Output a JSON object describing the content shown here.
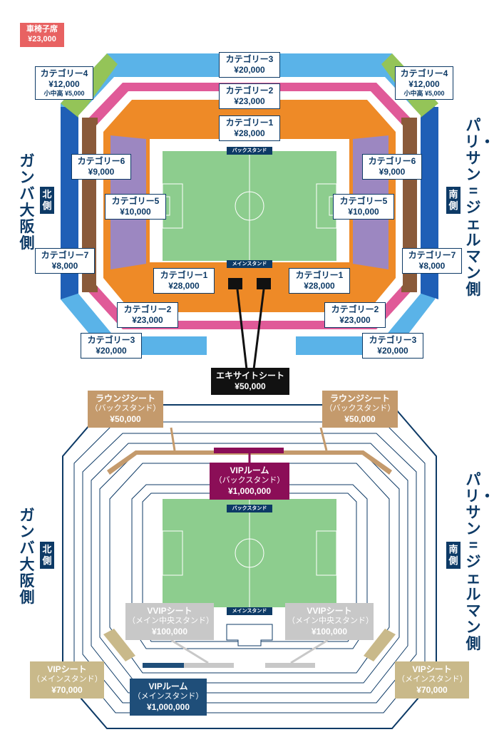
{
  "colors": {
    "navy": "#0d3a66",
    "pitch": "#8dcd8e",
    "cat1": "#ee8a27",
    "cat2": "#e05a98",
    "cat3": "#5ab3e8",
    "cat4": "#94c458",
    "cat5": "#9c87c1",
    "cat6": "#94c458",
    "cat7": "#1f5fb6",
    "wheelchair": "#e86262",
    "lounge": "#c49a6c",
    "vip_room_back": "#8b0e57",
    "vvip": "#c8c8c8",
    "vip_main": "#c9b98a",
    "vip_room_main": "#1f4e79"
  },
  "wheelchair": {
    "name": "車椅子席",
    "price": "¥23,000"
  },
  "sides": {
    "north_team": "ガンバ大阪側",
    "north_label": "北側",
    "south_team": "パリ・サン=ジェルマン側",
    "south_label": "南側"
  },
  "stand_tags": {
    "back": "バックスタンド",
    "main": "メインスタンド"
  },
  "top_map": {
    "cat3_top": {
      "name": "カテゴリー3",
      "price": "¥20,000"
    },
    "cat2_top": {
      "name": "カテゴリー2",
      "price": "¥23,000"
    },
    "cat1_top": {
      "name": "カテゴリー1",
      "price": "¥28,000"
    },
    "cat4_left": {
      "name": "カテゴリー4",
      "price": "¥12,000",
      "child": "小中高 ¥5,000"
    },
    "cat4_right": {
      "name": "カテゴリー4",
      "price": "¥12,000",
      "child": "小中高 ¥5,000"
    },
    "cat6_left": {
      "name": "カテゴリー6",
      "price": "¥9,000"
    },
    "cat6_right": {
      "name": "カテゴリー6",
      "price": "¥9,000"
    },
    "cat5_left": {
      "name": "カテゴリー5",
      "price": "¥10,000"
    },
    "cat5_right": {
      "name": "カテゴリー5",
      "price": "¥10,000"
    },
    "cat7_left": {
      "name": "カテゴリー7",
      "price": "¥8,000"
    },
    "cat7_right": {
      "name": "カテゴリー7",
      "price": "¥8,000"
    },
    "cat1_bl": {
      "name": "カテゴリー1",
      "price": "¥28,000"
    },
    "cat1_br": {
      "name": "カテゴリー1",
      "price": "¥28,000"
    },
    "cat2_bl": {
      "name": "カテゴリー2",
      "price": "¥23,000"
    },
    "cat2_br": {
      "name": "カテゴリー2",
      "price": "¥23,000"
    },
    "cat3_bl": {
      "name": "カテゴリー3",
      "price": "¥20,000"
    },
    "cat3_br": {
      "name": "カテゴリー3",
      "price": "¥20,000"
    },
    "excite": {
      "name": "エキサイトシート",
      "price": "¥50,000"
    }
  },
  "bottom_map": {
    "lounge_left": {
      "name": "ラウンジシート",
      "sub": "（バックスタンド）",
      "price": "¥50,000"
    },
    "lounge_right": {
      "name": "ラウンジシート",
      "sub": "（バックスタンド）",
      "price": "¥50,000"
    },
    "vip_room_back": {
      "name": "VIPルーム",
      "sub": "（バックスタンド）",
      "price": "¥1,000,000"
    },
    "vvip_left": {
      "name": "VVIPシート",
      "sub": "（メイン中央スタンド）",
      "price": "¥100,000"
    },
    "vvip_right": {
      "name": "VVIPシート",
      "sub": "（メイン中央スタンド）",
      "price": "¥100,000"
    },
    "vip_left": {
      "name": "VIPシート",
      "sub": "（メインスタンド）",
      "price": "¥70,000"
    },
    "vip_right": {
      "name": "VIPシート",
      "sub": "（メインスタンド）",
      "price": "¥70,000"
    },
    "vip_room_main": {
      "name": "VIPルーム",
      "sub": "（メインスタンド）",
      "price": "¥1,000,000"
    }
  }
}
